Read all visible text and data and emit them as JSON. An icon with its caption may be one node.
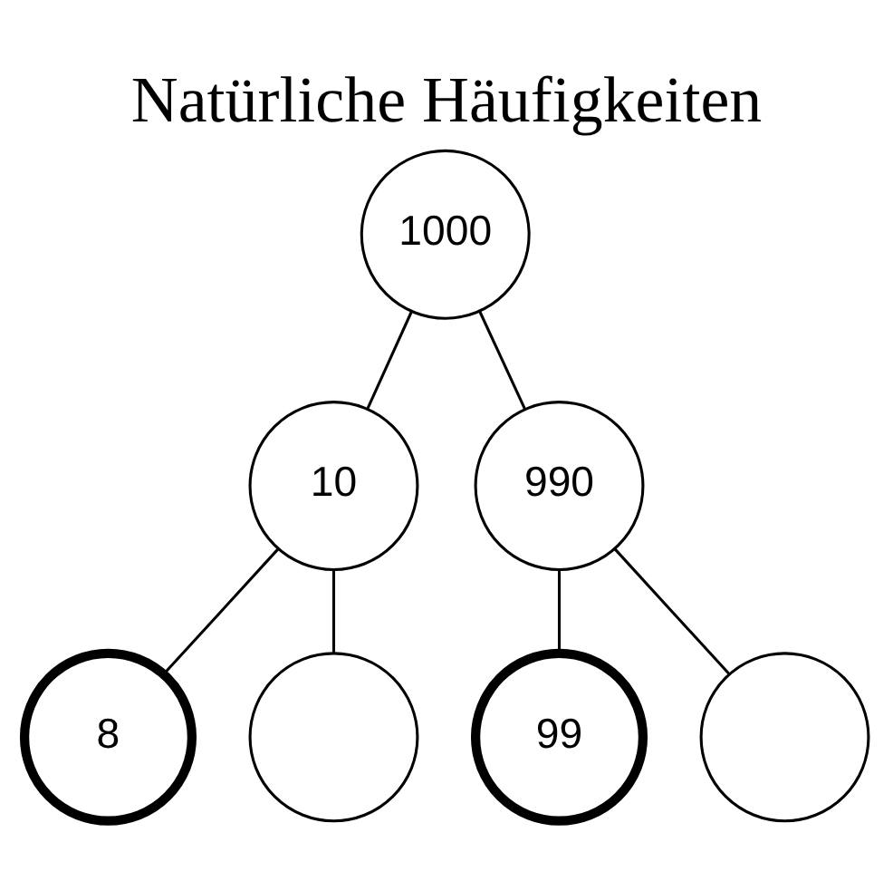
{
  "diagram": {
    "title": "Natürliche Häufigkeiten",
    "nodes": [
      {
        "text": [
          "1000"
        ]
      },
      {
        "text": [
          "10"
        ]
      },
      {
        "text": [
          "990"
        ]
      },
      {
        "text": [
          "8"
        ]
      },
      {
        "text": [],
        "shape": "circle"
      },
      {
        "text": [
          "99"
        ]
      },
      {
        "text": [],
        "shape": "circle"
      }
    ],
    "edges": [
      {
        "from": 0,
        "to": 1,
        "arrow": "none"
      },
      {
        "from": 0,
        "to": 2,
        "arrow": "none"
      },
      {
        "from": 1,
        "to": 3,
        "arrow": "none"
      },
      {
        "from": 1,
        "to": 4,
        "arrow": "none"
      },
      {
        "from": 2,
        "to": 5,
        "arrow": "none"
      },
      {
        "from": 2,
        "to": 6,
        "arrow": "none"
      }
    ]
  }
}
